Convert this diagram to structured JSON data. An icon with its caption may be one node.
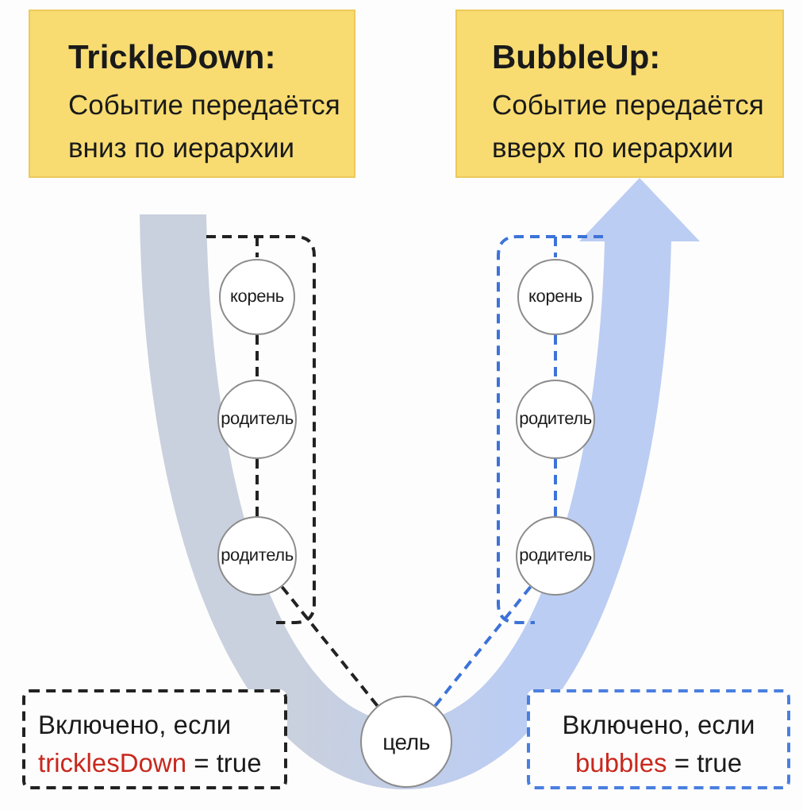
{
  "diagram": {
    "nodes": [
      {
        "text": [
          "TrickleDown:",
          "Событие передаётся вниз по иерархии"
        ]
      },
      {
        "text": [
          "BubbleUp:",
          "Событие передаётся вверх по иерархии"
        ]
      },
      {
        "text": [],
        "shape": "box"
      },
      {
        "text": [
          "корень"
        ],
        "in": 2
      },
      {
        "text": [
          "родитель"
        ],
        "in": 2
      },
      {
        "text": [
          "родитель"
        ],
        "in": 2
      },
      {
        "text": [],
        "shape": "box"
      },
      {
        "text": [
          "корень"
        ],
        "in": 6
      },
      {
        "text": [
          "родитель"
        ],
        "in": 6
      },
      {
        "text": [
          "родитель"
        ],
        "in": 6
      },
      {
        "text": [
          "цель"
        ]
      },
      {
        "text": [
          "Включено, если",
          "tricklesDown = true"
        ]
      },
      {
        "text": [
          "Включено, если",
          "bubbles = true"
        ]
      }
    ],
    "edges": [
      {
        "from": 3,
        "to": 4,
        "arrow": "none",
        "style": "dashed",
        "color": "#222222"
      },
      {
        "from": 4,
        "to": 5,
        "arrow": "none",
        "style": "dashed",
        "color": "#222222"
      },
      {
        "from": 5,
        "to": 10,
        "arrow": "none",
        "style": "dashed",
        "color": "#222222"
      },
      {
        "from": 7,
        "to": 8,
        "arrow": "none",
        "style": "dashed",
        "color": "#3d73d9"
      },
      {
        "from": 8,
        "to": 9,
        "arrow": "none",
        "style": "dashed",
        "color": "#3d73d9"
      },
      {
        "from": 9,
        "to": 10,
        "arrow": "none",
        "style": "dashed",
        "color": "#3d73d9"
      }
    ]
  }
}
